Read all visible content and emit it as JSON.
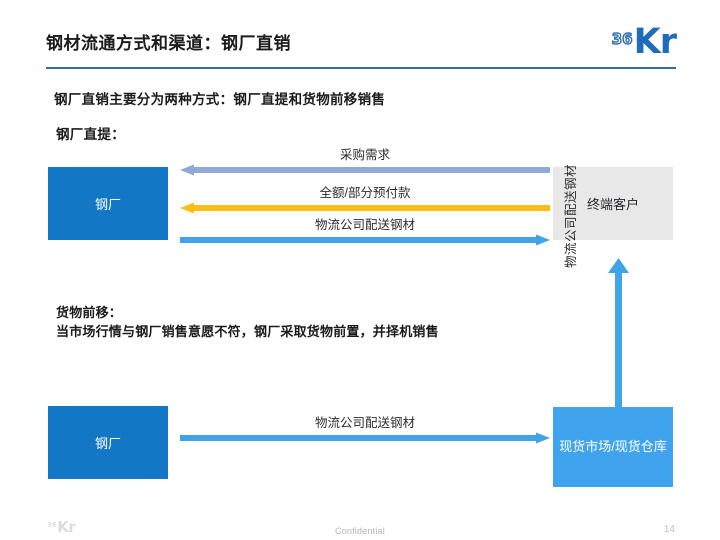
{
  "header": {
    "title": "钢材流通方式和渠道：钢厂直销",
    "rule_color": "#36699E",
    "logo": {
      "prefix": "36",
      "mark": "Kr",
      "color": "#1F6CB8"
    }
  },
  "body": {
    "lead_text": "钢厂直销主要分为两种方式：钢厂直提和货物前移销售",
    "section_one_heading": "钢厂直提：",
    "section_two_heading": "货物前移：",
    "section_two_detail": "当市场行情与钢厂销售意愿不符，钢厂采取货物前置，并择机销售"
  },
  "diagram_one": {
    "nodes": [
      {
        "id": "mill",
        "label": "钢厂",
        "fill": "#1277C4",
        "text_color": "#FFFFFF"
      },
      {
        "id": "customer",
        "label": "终端客户",
        "fill": "#E8E8E8",
        "text_color": "#26262A"
      }
    ],
    "flows": [
      {
        "id": "purchase-demand",
        "label": "采购需求",
        "direction": "left",
        "color": "#8FAAD6"
      },
      {
        "id": "prepayment",
        "label": "全额/部分预付款",
        "direction": "left",
        "color": "#FBBE17"
      },
      {
        "id": "logistics-delivery",
        "label": "物流公司配送钢材",
        "direction": "right",
        "color": "#41A4E8"
      }
    ]
  },
  "diagram_two": {
    "nodes": [
      {
        "id": "mill",
        "label": "钢厂",
        "fill": "#1277C4",
        "text_color": "#FFFFFF"
      },
      {
        "id": "spot-market",
        "label": "现货市场/现货仓库",
        "fill": "#3FA3EE",
        "text_color": "#FFFFFF"
      }
    ],
    "flows": [
      {
        "id": "logistics-delivery-horizontal",
        "label": "物流公司配送钢材",
        "direction": "right",
        "color": "#41A4E8"
      },
      {
        "id": "logistics-delivery-vertical",
        "label": "物流公司配送钢材",
        "direction": "up",
        "color": "#41A4E8"
      }
    ]
  },
  "footer": {
    "logo_prefix": "36",
    "logo_mark": "Kr",
    "confidential": "Confidential",
    "page_number": "14"
  }
}
